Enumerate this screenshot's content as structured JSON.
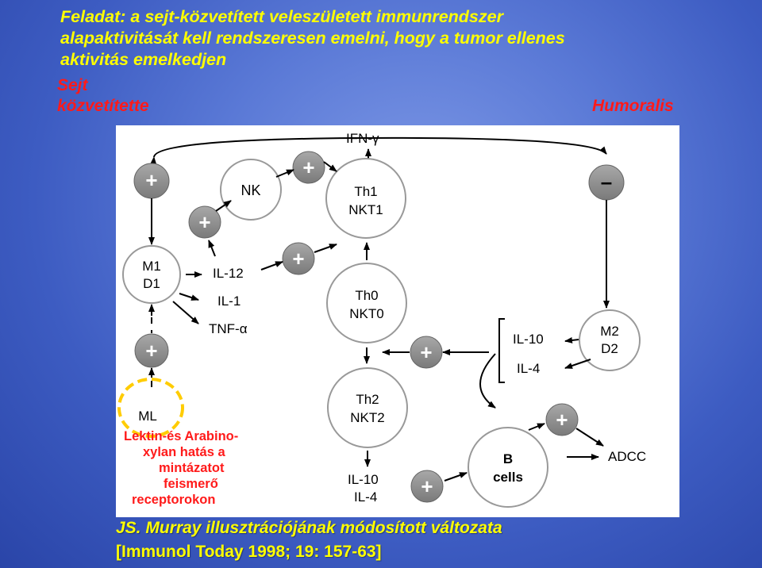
{
  "title": {
    "line1": "Feladat: a sejt-közvetített veleszületett immunrendszer",
    "line2": "alapaktivitását kell rendszeresen emelni, hogy a tumor ellenes",
    "line3": "aktivitás emelkedjen"
  },
  "labels": {
    "sejt": "Sejt",
    "kozvetitette": "közvetítette",
    "humoralis": "Humoralis"
  },
  "diagram": {
    "ifn": "IFN-γ",
    "nk": "NK",
    "th1": "Th1",
    "nkt1": "NKT1",
    "th0": "Th0",
    "nkt0": "NKT0",
    "th2": "Th2",
    "nkt2": "NKT2",
    "m1": "M1",
    "d1": "D1",
    "m2": "M2",
    "d2": "D2",
    "ml": "ML",
    "il12": "IL-12",
    "il1": "IL-1",
    "tnf": "TNF-α",
    "il10_right": "IL-10",
    "il4_right": "IL-4",
    "il10_bottom": "IL-10",
    "il4_bottom": "IL-4",
    "bcells_1": "B",
    "bcells_2": "cells",
    "adcc": "ADCC",
    "plus": "+",
    "minus": "–"
  },
  "lektin": {
    "l1": "Lektin-és Arabino-",
    "l2": "xylan  hatás a",
    "l3": "mintázatot",
    "l4": "feismerő",
    "l5": "receptorokon"
  },
  "footer": {
    "line1": "JS. Murray illusztrációjának módosított változata",
    "line2": "[Immunol Today 1998; 19: 157-63]"
  },
  "colors": {
    "title": "#ffff00",
    "red_label": "#ff1a1a",
    "footer": "#ffff00",
    "plus_circle": "#8c8c8c",
    "ml_ring": "#ffcc00"
  }
}
